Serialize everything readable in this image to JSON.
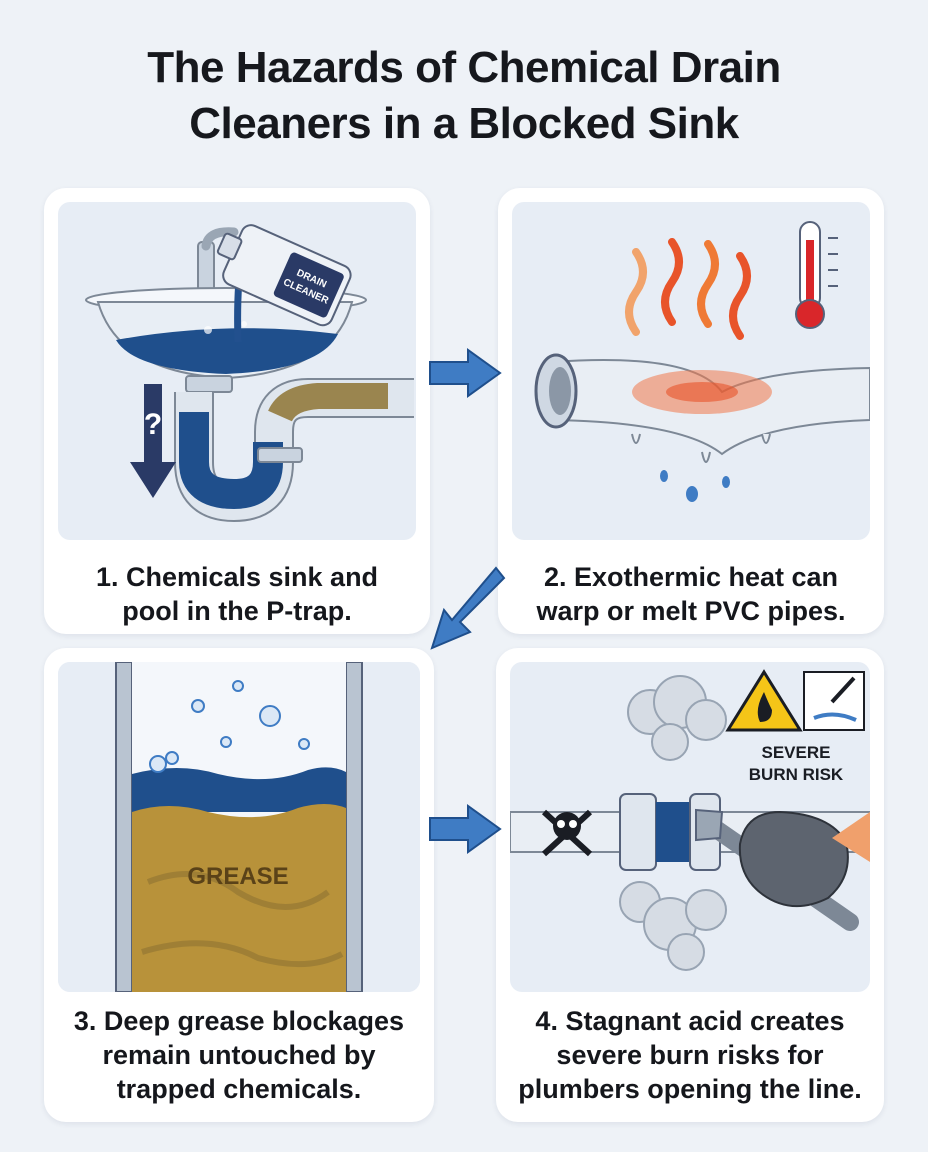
{
  "title_line1": "The Hazards of Chemical Drain",
  "title_line2": "Cleaners in a Blocked Sink",
  "steps": [
    {
      "line1": "1. Chemicals sink and",
      "line2": "pool in the P-trap.",
      "line3": ""
    },
    {
      "line1": "2. Exothermic heat can",
      "line2": "warp or melt PVC pipes.",
      "line3": ""
    },
    {
      "line1": "3. Deep grease blockages",
      "line2": "remain untouched by",
      "line3": "trapped chemicals."
    },
    {
      "line1": "4. Stagnant acid creates",
      "line2": "severe burn risks for",
      "line3": "plumbers opening the line."
    }
  ],
  "bottle_label_1": "DRAIN",
  "bottle_label_2": "CLEANER",
  "question_mark": "?",
  "grease_label": "GREASE",
  "warning_line1": "SEVERE",
  "warning_line2": "BURN RISK",
  "icons": [
    "drain-cleaner-bottle-icon",
    "thermometer-icon",
    "fire-warning-icon",
    "corrosive-warning-icon",
    "skull-crossbones-icon",
    "wrench-icon",
    "glove-icon"
  ],
  "colors": {
    "arrow": "#3f7cc4",
    "water": "#1f4f8c",
    "grease": "#b8923a",
    "heat": "#e8542a",
    "background": "#eef2f7"
  }
}
